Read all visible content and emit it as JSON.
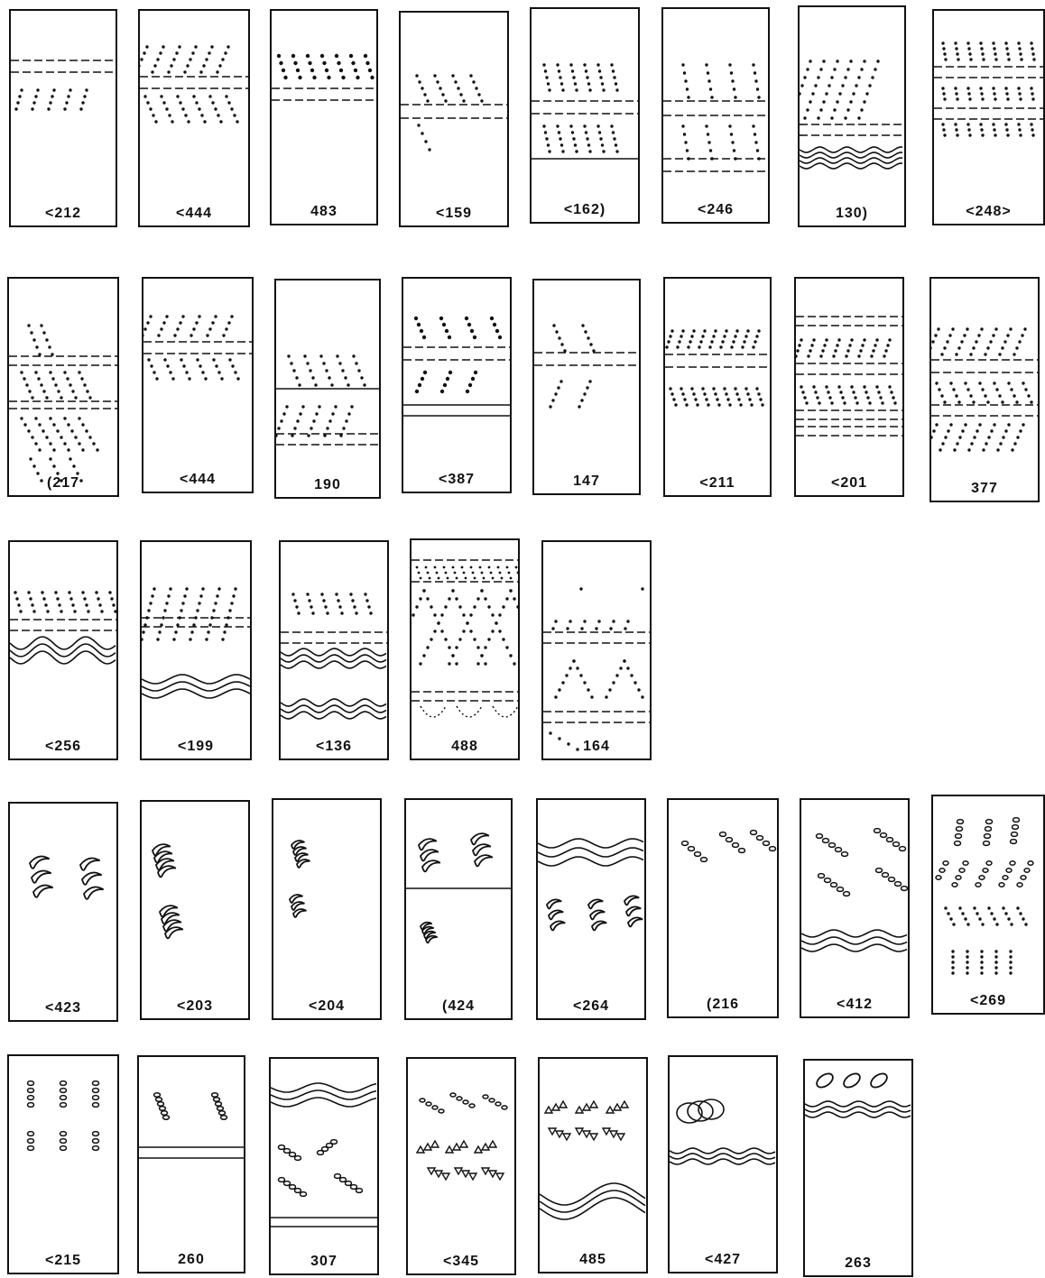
{
  "ink": "#111111",
  "paper": "#ffffff",
  "panels": [
    {
      "id": "212",
      "label": "<212",
      "motif": "dot-rows"
    },
    {
      "id": "444a",
      "label": "<444",
      "motif": "dot-rows"
    },
    {
      "id": "483",
      "label": "483",
      "motif": "dot-rows"
    },
    {
      "id": "159",
      "label": "<159",
      "motif": "dot-rows"
    },
    {
      "id": "162",
      "label": "<162)",
      "motif": "dot-rows"
    },
    {
      "id": "246",
      "label": "<246",
      "motif": "dot-rows"
    },
    {
      "id": "130",
      "label": "130)",
      "motif": "dot-rows-wavy"
    },
    {
      "id": "248",
      "label": "<248>",
      "motif": "dot-rows"
    },
    {
      "id": "217",
      "label": "(217",
      "motif": "dot-rows"
    },
    {
      "id": "444b",
      "label": "<444",
      "motif": "dot-rows"
    },
    {
      "id": "190",
      "label": "190",
      "motif": "dot-rows"
    },
    {
      "id": "387",
      "label": "<387",
      "motif": "dot-rows"
    },
    {
      "id": "147",
      "label": "147",
      "motif": "dot-rows"
    },
    {
      "id": "211",
      "label": "<211",
      "motif": "dot-rows"
    },
    {
      "id": "201",
      "label": "<201",
      "motif": "dot-rows"
    },
    {
      "id": "377",
      "label": "377",
      "motif": "dot-rows"
    },
    {
      "id": "256",
      "label": "<256",
      "motif": "dot-rows-wavy"
    },
    {
      "id": "199",
      "label": "<199",
      "motif": "dot-rows-wavy"
    },
    {
      "id": "136",
      "label": "<136",
      "motif": "dot-rows-wavy"
    },
    {
      "id": "488",
      "label": "488",
      "motif": "chevron-dots"
    },
    {
      "id": "164",
      "label": "164",
      "motif": "chevron-dots"
    },
    {
      "id": "423",
      "label": "<423",
      "motif": "crescents"
    },
    {
      "id": "203",
      "label": "<203",
      "motif": "crescents"
    },
    {
      "id": "204",
      "label": "<204",
      "motif": "crescents"
    },
    {
      "id": "424",
      "label": "(424",
      "motif": "crescents"
    },
    {
      "id": "264",
      "label": "<264",
      "motif": "crescents-wavy"
    },
    {
      "id": "216",
      "label": "(216",
      "motif": "ovals"
    },
    {
      "id": "412",
      "label": "<412",
      "motif": "ovals-wavy"
    },
    {
      "id": "269",
      "label": "<269",
      "motif": "ovals-dots"
    },
    {
      "id": "215",
      "label": "<215",
      "motif": "ovals"
    },
    {
      "id": "260",
      "label": "260",
      "motif": "ovals"
    },
    {
      "id": "307",
      "label": "307",
      "motif": "ovals-wavy"
    },
    {
      "id": "345",
      "label": "<345",
      "motif": "triangles"
    },
    {
      "id": "485",
      "label": "485",
      "motif": "triangles-wavy"
    },
    {
      "id": "427",
      "label": "<427",
      "motif": "ovals-wavy"
    },
    {
      "id": "263",
      "label": "263",
      "motif": "ovals-wavy"
    }
  ]
}
